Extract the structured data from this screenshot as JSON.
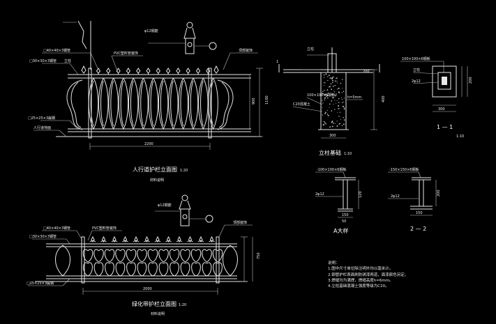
{
  "drawing": {
    "pedestrian_fence": {
      "title": "人行道护栏立面图",
      "scale": "1:20",
      "sub": "材料说明",
      "length_dim": "2200",
      "height_dim": "1100",
      "height_dim_sub": "900",
      "callouts": [
        "□40×40×3钢管",
        "□30×30×3钢管",
        "立柱",
        "□25×25×3扁钢",
        "人行道地面",
        "φ12钢筋",
        "PVC塑料管装饰",
        "顶部装饰"
      ]
    },
    "green_fence": {
      "title": "绿化带护栏立面图",
      "scale": "1:20",
      "sub": "材料说明",
      "length_dim": "2000",
      "height_dim": "750",
      "callouts": [
        "□40×40×3钢管",
        "□30×30×3钢管",
        "PVC塑料管装饰",
        "□25×25×3扁钢",
        "顶部装饰",
        "φ12钢筋"
      ]
    },
    "post_section": {
      "title": "立柱基础",
      "scale": "1:10",
      "labels": [
        "立柱",
        "C20混凝土",
        "100×100×6钢板",
        "h=5mm",
        "400",
        "300",
        "200"
      ],
      "marker": "1"
    },
    "section_1": {
      "title": "1 — 1",
      "scale": "1:10",
      "labels": [
        "100×100×6钢板",
        "立柱",
        "2φ12",
        "300",
        "200"
      ]
    },
    "detail_a": {
      "title": "A大样",
      "labels": [
        "-100×100×6钢板",
        "2φ12",
        "120",
        "150",
        "50"
      ]
    },
    "section_2": {
      "title": "2 — 2",
      "labels": [
        "-150×150×6钢板",
        "2φ12",
        "150",
        "200"
      ]
    },
    "notes": {
      "heading": "说明：",
      "items": [
        "1.图中尺寸单位除注明外均以毫米计。",
        "2.钢管护栏表面刷防锈漆两道，面漆颜色另定。",
        "3.焊缝均为满焊，焊缝高度h=6mm。",
        "4.立柱基础混凝土强度等级为C20。"
      ]
    },
    "colors": {
      "background": "#000000",
      "linework": "#e8e8e8"
    }
  }
}
